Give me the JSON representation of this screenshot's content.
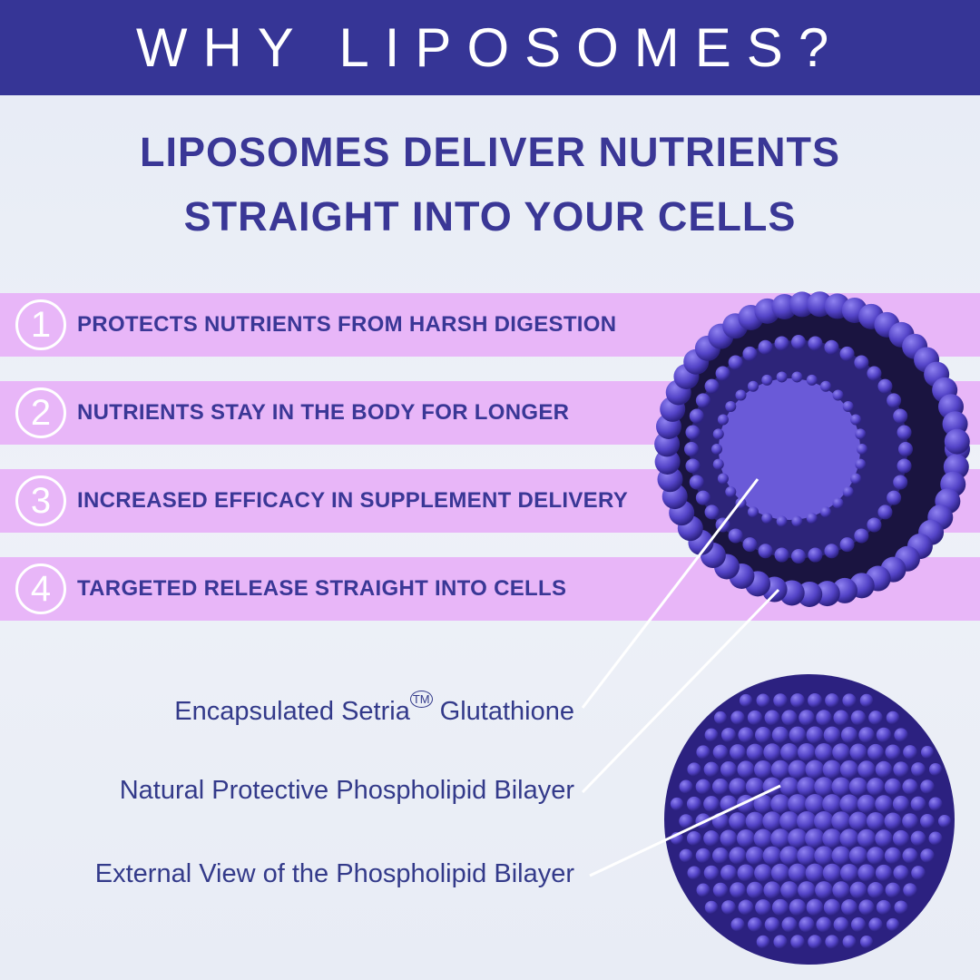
{
  "header": {
    "title": "WHY LIPOSOMES?"
  },
  "subtitle": {
    "line1": "LIPOSOMES DELIVER NUTRIENTS",
    "line2": "STRAIGHT INTO YOUR CELLS"
  },
  "benefits": [
    {
      "num": "1",
      "text": "PROTECTS NUTRIENTS FROM HARSH DIGESTION"
    },
    {
      "num": "2",
      "text": "NUTRIENTS STAY IN THE BODY FOR LONGER"
    },
    {
      "num": "3",
      "text": "INCREASED EFFICACY IN SUPPLEMENT DELIVERY"
    },
    {
      "num": "4",
      "text": "TARGETED RELEASE STRAIGHT INTO CELLS"
    }
  ],
  "labels": {
    "encapsulated": "Encapsulated Setria",
    "tm": "TM",
    "glutathione": " Glutathione",
    "bilayer": "Natural Protective Phospholipid Bilayer",
    "external": "External View of the Phospholipid Bilayer"
  },
  "colors": {
    "brand": "#363596",
    "bar": "#e8b6f8",
    "sphere": "#5a4bd0"
  }
}
